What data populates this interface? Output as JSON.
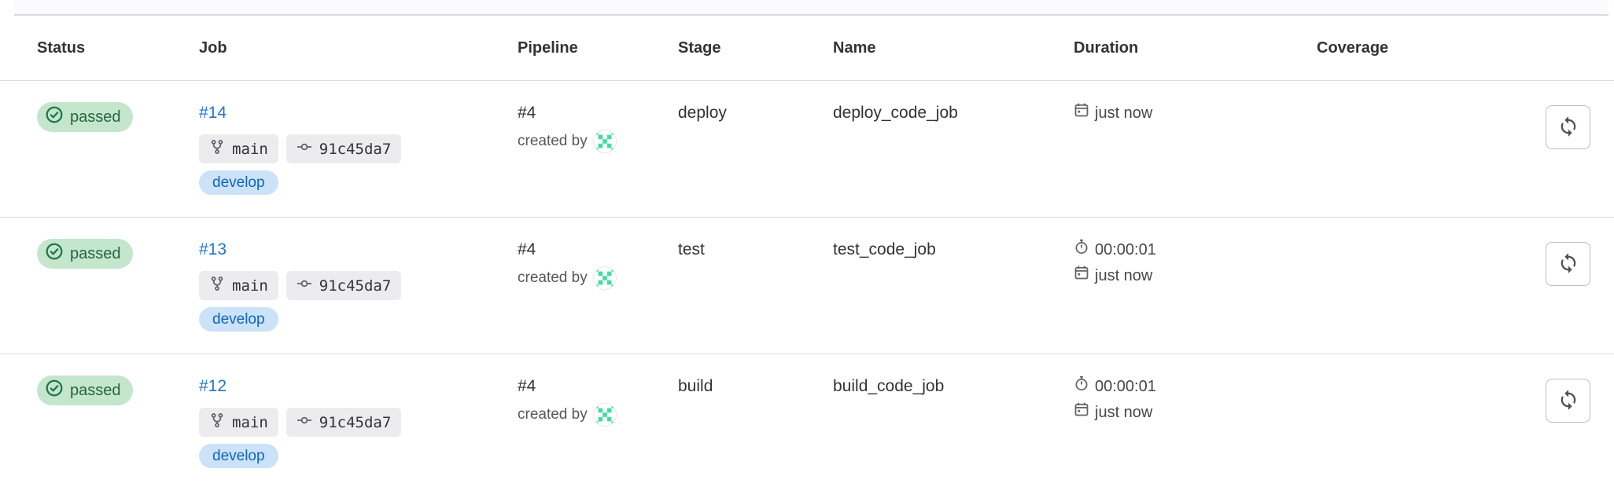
{
  "table": {
    "columns": [
      "Status",
      "Job",
      "Pipeline",
      "Stage",
      "Name",
      "Duration",
      "Coverage",
      ""
    ],
    "rows": [
      {
        "status_label": "passed",
        "job_id": "#14",
        "branch": "main",
        "commit_sha": "91c45da7",
        "tag": "develop",
        "pipeline_id": "#4",
        "created_by_label": "created by",
        "stage": "deploy",
        "name": "deploy_code_job",
        "finished_at": "just now"
      },
      {
        "status_label": "passed",
        "job_id": "#13",
        "branch": "main",
        "commit_sha": "91c45da7",
        "tag": "develop",
        "pipeline_id": "#4",
        "created_by_label": "created by",
        "stage": "test",
        "name": "test_code_job",
        "duration": "00:00:01",
        "finished_at": "just now"
      },
      {
        "status_label": "passed",
        "job_id": "#12",
        "branch": "main",
        "commit_sha": "91c45da7",
        "tag": "develop",
        "pipeline_id": "#4",
        "created_by_label": "created by",
        "stage": "build",
        "name": "build_code_job",
        "duration": "00:00:01",
        "finished_at": "just now"
      }
    ],
    "icons": {
      "status": "check-circle-icon",
      "branch": "branch-icon",
      "commit": "commit-icon",
      "duration": "timer-icon",
      "finished": "calendar-icon",
      "retry": "retry-icon",
      "avatar": "identicon-avatar"
    },
    "colors": {
      "link_blue": "#1f75cb",
      "success_bg": "#c3e6cd",
      "success_text": "#24663b",
      "success_icon": "#217645",
      "info_bg": "#cbe2f9",
      "info_text": "#0f66bb",
      "neutral_badge_bg": "#ececef",
      "identicon_green": "#41dd9d",
      "separator": "#dcdcde"
    }
  }
}
